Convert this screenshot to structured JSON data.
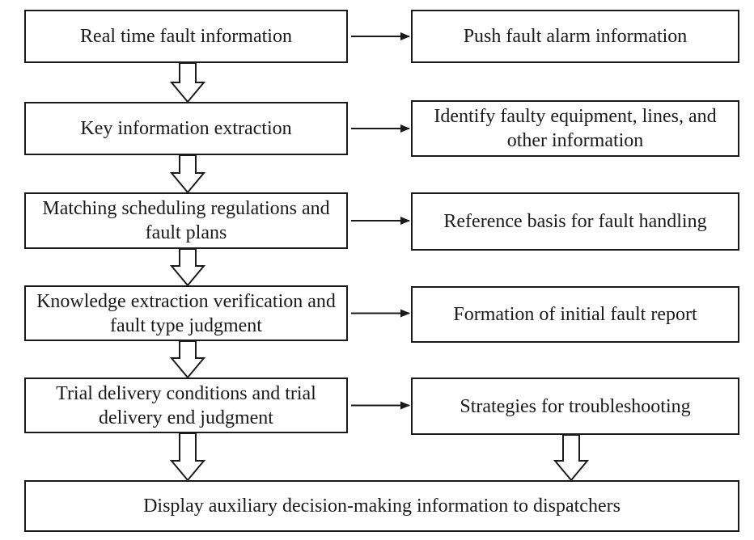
{
  "diagram": {
    "left_steps": [
      "Real time fault information",
      "Key information extraction",
      "Matching scheduling regulations and fault plans",
      "Knowledge extraction verification and fault type judgment",
      "Trial delivery conditions and trial delivery end judgment"
    ],
    "right_outputs": [
      "Push fault alarm information",
      "Identify faulty equipment, lines, and other information",
      "Reference basis for fault handling",
      "Formation of initial fault report",
      "Strategies for troubleshooting"
    ],
    "final_step": "Display auxiliary decision-making information to dispatchers",
    "colors": {
      "line": "#1a1a1a",
      "background": "#ffffff"
    }
  }
}
